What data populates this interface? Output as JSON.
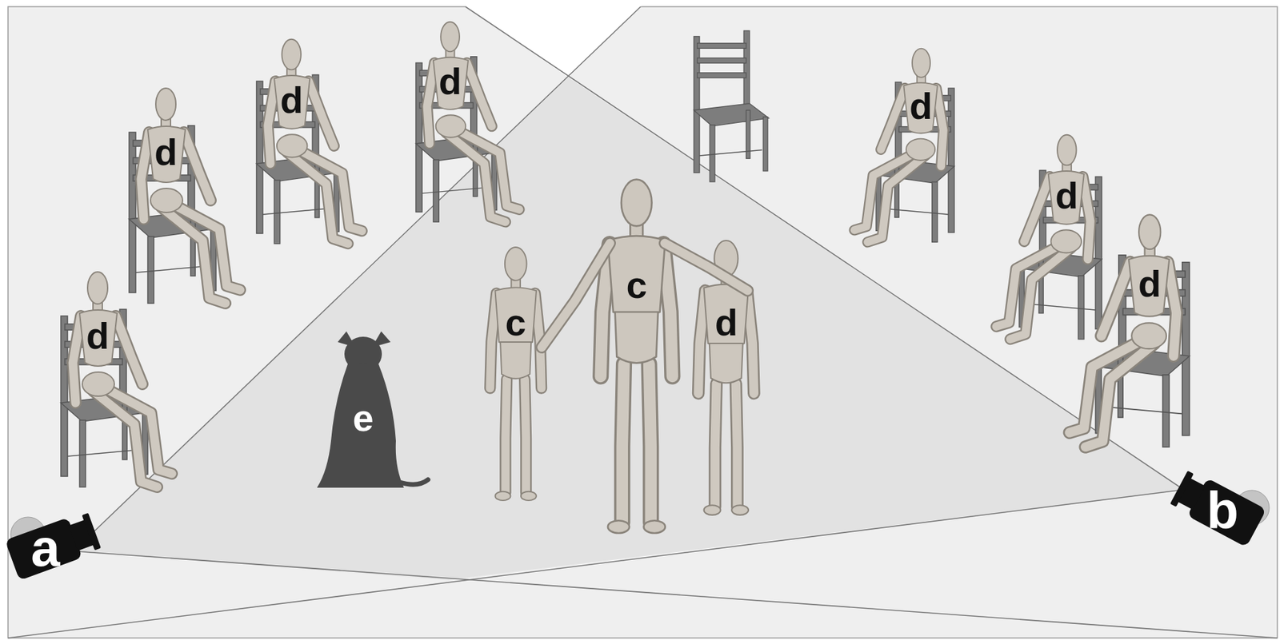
{
  "diagram": {
    "labels": [
      "d",
      "d",
      "d",
      "d",
      "d",
      "d",
      "d",
      "d",
      "c",
      "c",
      "e",
      "a",
      "b"
    ]
  }
}
